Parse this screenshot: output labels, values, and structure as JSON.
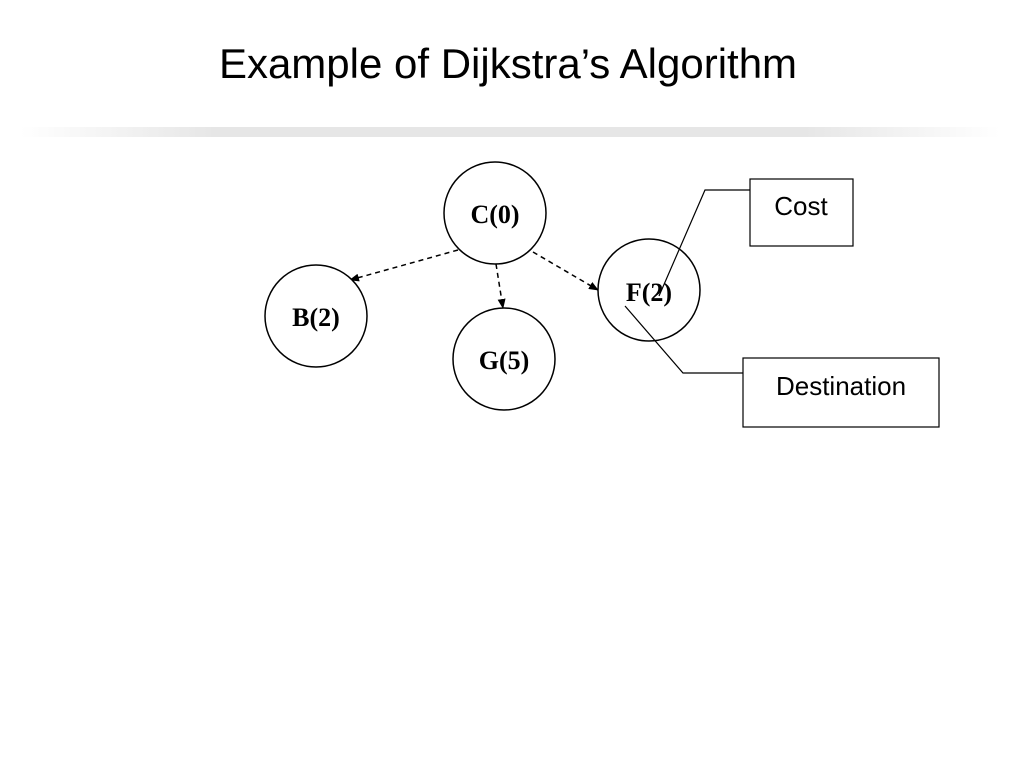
{
  "slide": {
    "title": "Example of Dijkstra’s Algorithm"
  },
  "diagram": {
    "nodes": [
      {
        "id": "C",
        "label": "C(0)"
      },
      {
        "id": "B",
        "label": "B(2)"
      },
      {
        "id": "G",
        "label": "G(5)"
      },
      {
        "id": "F",
        "label": "F(2)"
      }
    ],
    "edges": [
      {
        "from": "C",
        "to": "B",
        "style": "dashed"
      },
      {
        "from": "C",
        "to": "G",
        "style": "dashed"
      },
      {
        "from": "C",
        "to": "F",
        "style": "dashed"
      }
    ],
    "callouts": [
      {
        "id": "cost",
        "label": "Cost"
      },
      {
        "id": "destination",
        "label": "Destination"
      }
    ]
  }
}
